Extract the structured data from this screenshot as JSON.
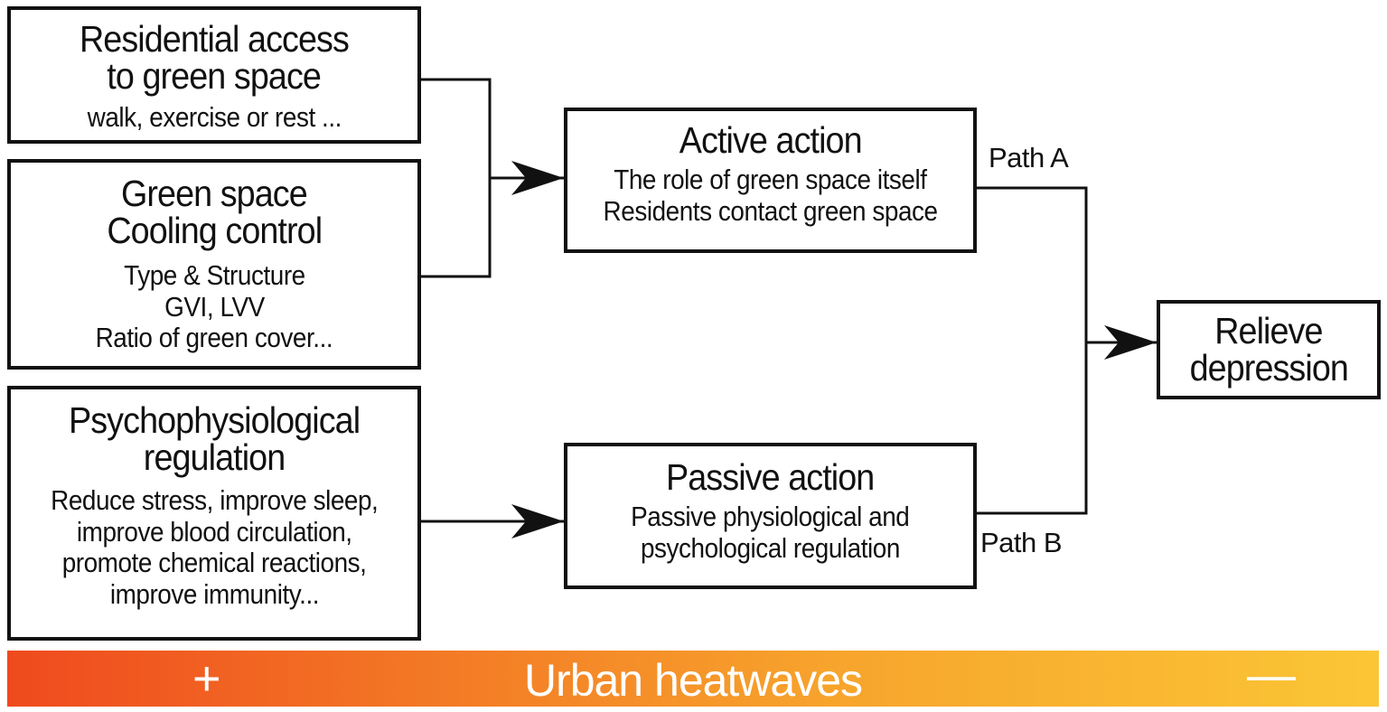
{
  "boxes": {
    "residential": {
      "title": [
        "Residential access",
        "to green space"
      ],
      "detail": [
        "walk, exercise or rest ..."
      ]
    },
    "cooling": {
      "title": [
        "Green space",
        "Cooling control"
      ],
      "detail": [
        "Type & Structure",
        "GVI, LVV",
        "Ratio of green cover..."
      ]
    },
    "psycho": {
      "title": [
        "Psychophysiological",
        "regulation"
      ],
      "detail": [
        "Reduce stress, improve sleep,",
        "improve blood circulation,",
        "promote chemical reactions,",
        "improve immunity..."
      ]
    },
    "active": {
      "title": [
        "Active action"
      ],
      "detail": [
        "The role of green space itself",
        "Residents contact green space"
      ]
    },
    "passive": {
      "title": [
        "Passive action"
      ],
      "detail": [
        "Passive physiological and",
        "psychological regulation"
      ]
    },
    "relieve": {
      "title": [
        "Relieve",
        "depression"
      ]
    }
  },
  "paths": {
    "a": "Path A",
    "b": "Path B"
  },
  "bar": {
    "label": "Urban heatwaves",
    "left_symbol": "+",
    "right_symbol": "—",
    "colors": [
      "#ef4a1e",
      "#f7a42c",
      "#fbc636"
    ]
  }
}
